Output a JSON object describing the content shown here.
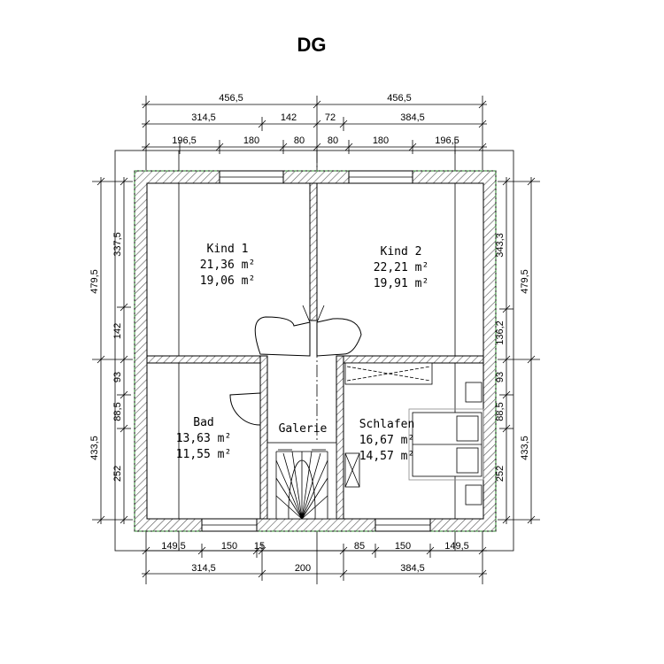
{
  "title": "DG",
  "dimensions": {
    "top_row1": [
      "456,5",
      "456,5"
    ],
    "top_row2": [
      "314,5",
      "142",
      "72",
      "384,5"
    ],
    "top_row3": [
      "196,5",
      "180",
      "80",
      "80",
      "180",
      "196,5"
    ],
    "bottom_row1": [
      "149,5",
      "150",
      "15",
      "85",
      "150",
      "149,5"
    ],
    "bottom_row2": [
      "314,5",
      "200",
      "384,5"
    ],
    "left_outer": [
      "479,5",
      "433,5"
    ],
    "left_inner": [
      "337,5",
      "142",
      "93",
      "88,5",
      "252"
    ],
    "right_inner": [
      "343,3",
      "136,2",
      "93",
      "88,5",
      "252"
    ],
    "right_outer": [
      "479,5",
      "433,5"
    ]
  },
  "rooms": {
    "kind1": {
      "name": "Kind 1",
      "area1": "21,36 m²",
      "area2": "19,06 m²"
    },
    "kind2": {
      "name": "Kind 2",
      "area1": "22,21 m²",
      "area2": "19,91 m²"
    },
    "bad": {
      "name": "Bad",
      "area1": "13,63 m²",
      "area2": "11,55 m²"
    },
    "galerie": {
      "name": "Galerie"
    },
    "schlafen": {
      "name": "Schlafen",
      "area1": "16,67 m²",
      "area2": "14,57 m²"
    }
  }
}
